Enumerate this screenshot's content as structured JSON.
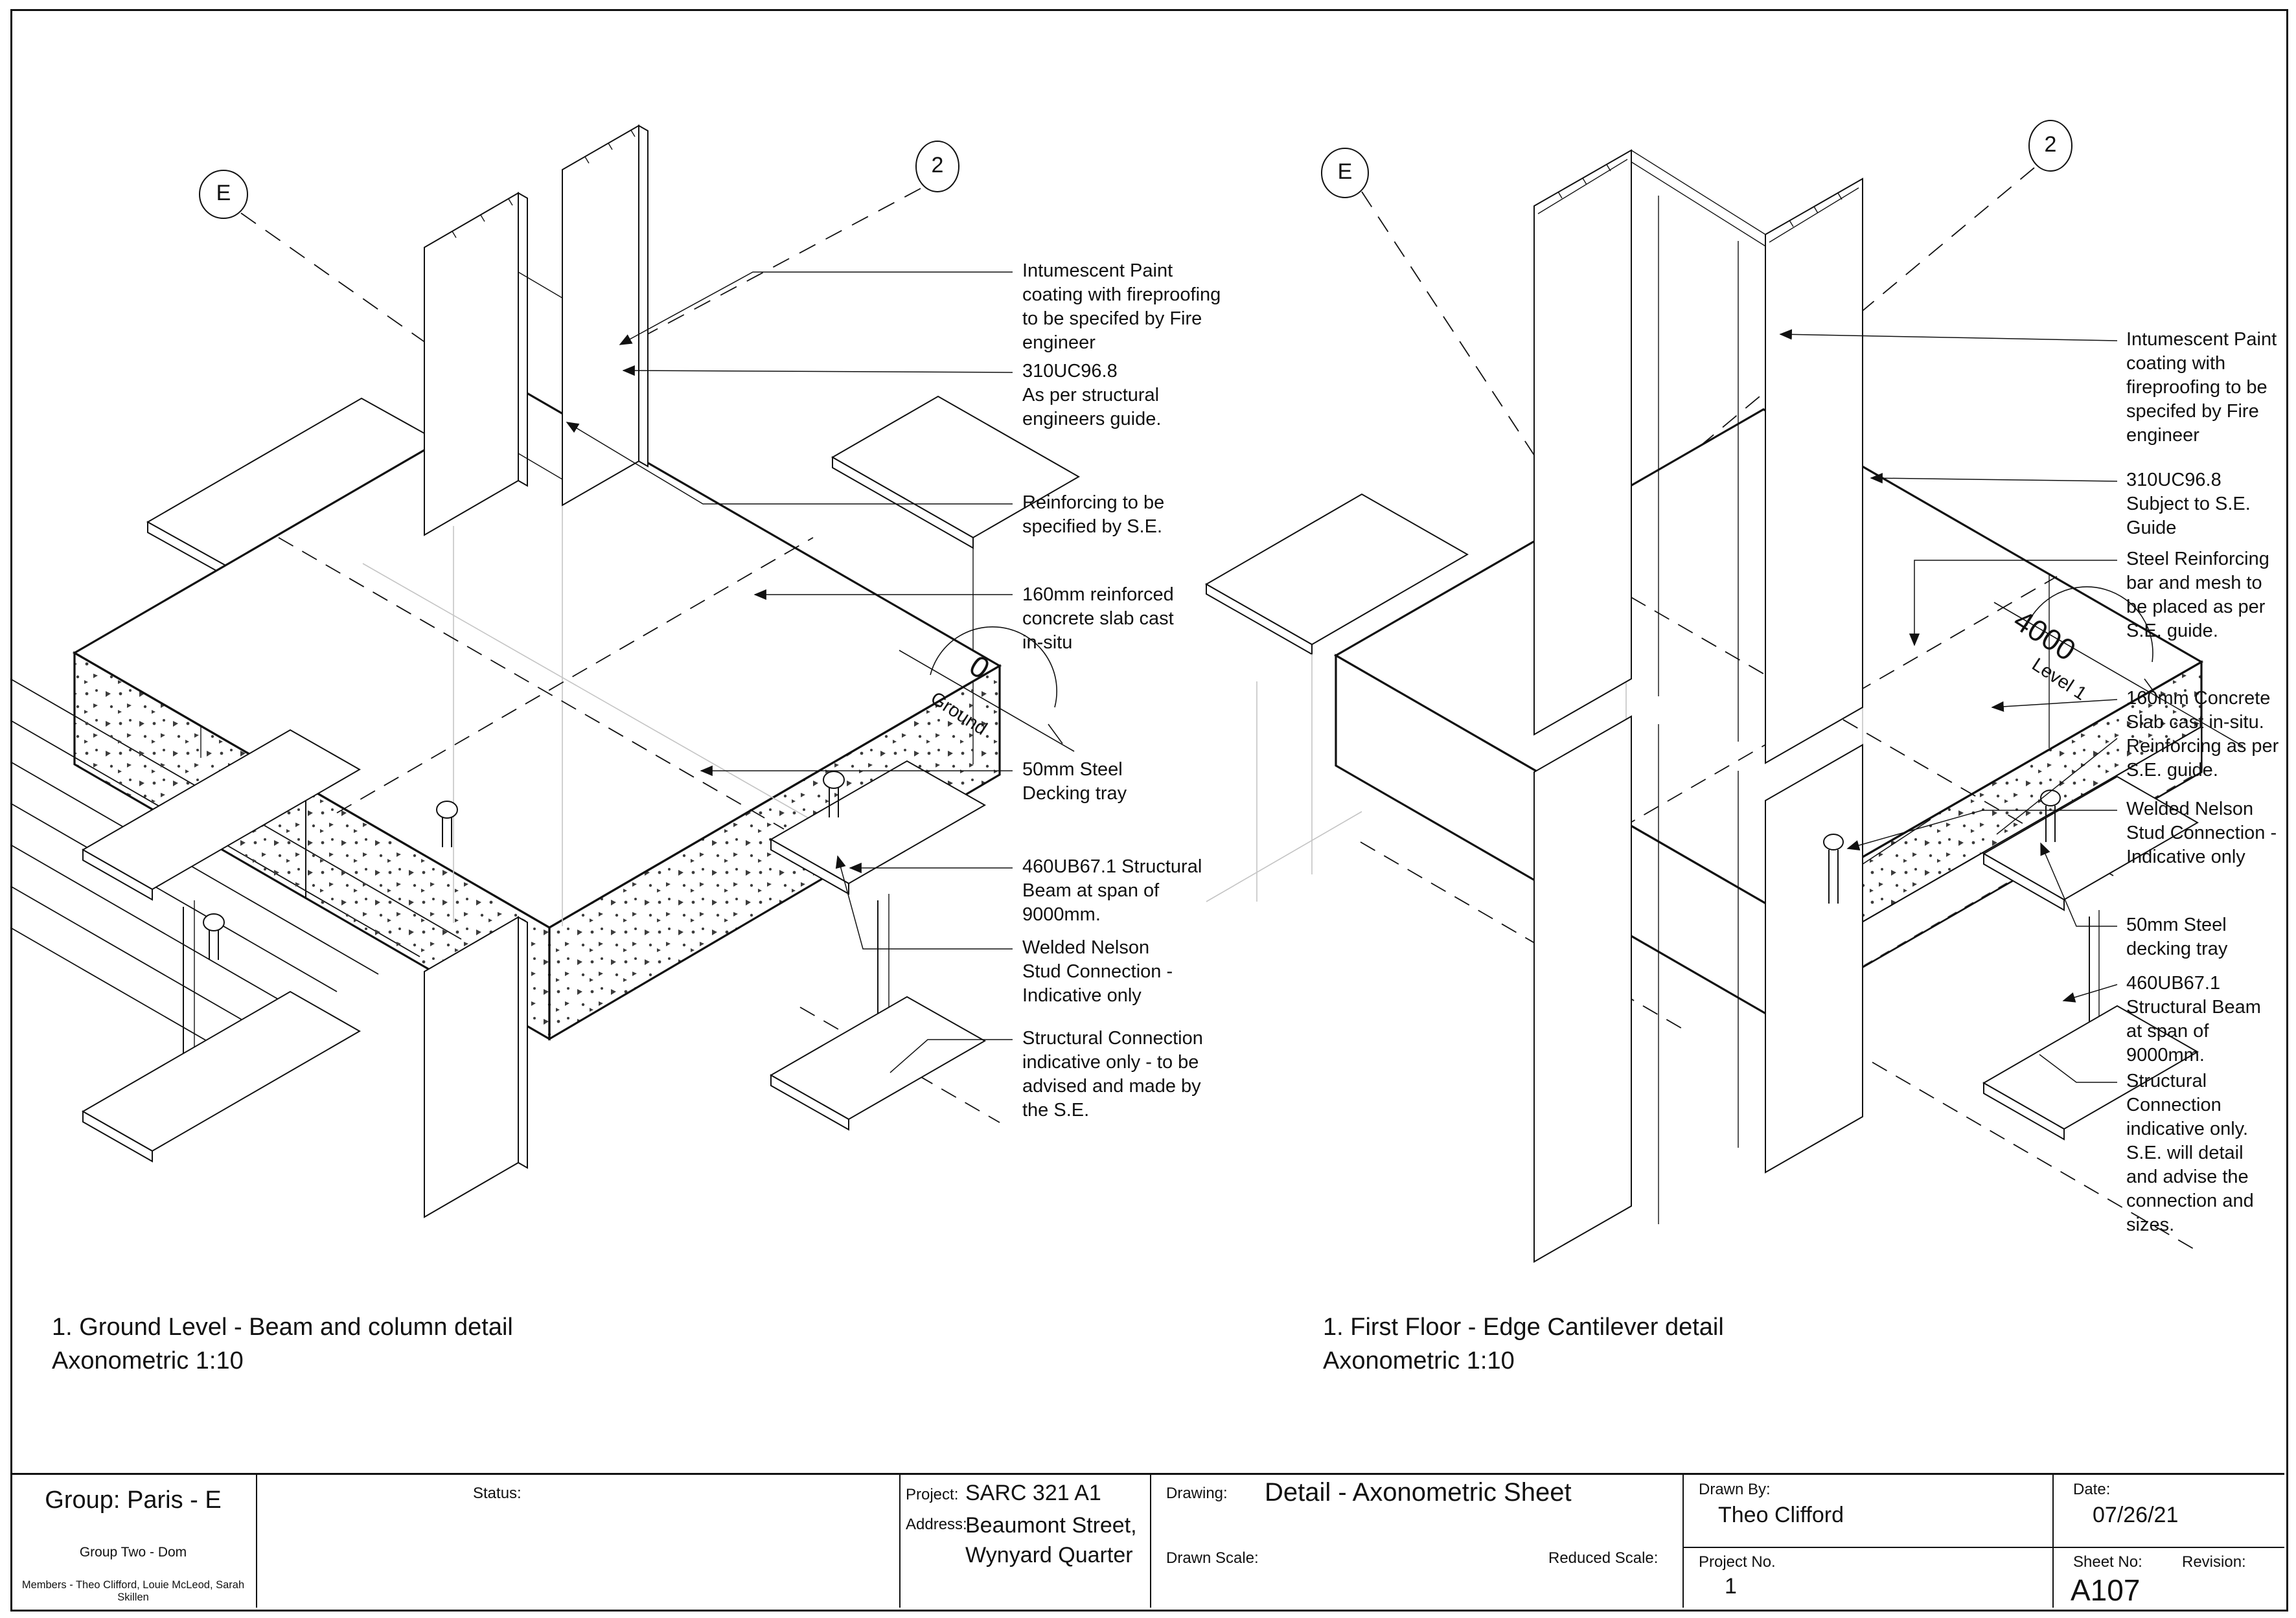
{
  "sheet": {
    "ink_color": "#111111",
    "hidden_line_color": "#c4c4c4",
    "markers": {
      "left_grid_e": "E",
      "left_grid_2": "2",
      "right_grid_e": "E",
      "right_grid_2": "2",
      "left_level": {
        "value": "0",
        "name": "Ground"
      },
      "right_level": {
        "value": "4000",
        "name": "Level 1"
      }
    },
    "left_annotations": [
      {
        "text": "Intumescent Paint\ncoating with fireproofing\nto be specifed by Fire\nengineer"
      },
      {
        "text": "310UC96.8\nAs per structural\nengineers guide."
      },
      {
        "text": "Reinforcing to be\nspecified by S.E."
      },
      {
        "text": "160mm reinforced\nconcrete slab cast\nin-situ"
      },
      {
        "text": "50mm Steel\nDecking tray"
      },
      {
        "text": "460UB67.1 Structural\nBeam at span of\n9000mm."
      },
      {
        "text": "Welded Nelson\nStud Connection -\nIndicative only"
      },
      {
        "text": "Structural Connection\nindicative only - to be\nadvised and made by\nthe S.E."
      }
    ],
    "right_annotations": [
      {
        "text": "Intumescent Paint\ncoating with\nfireproofing to be\nspecifed by Fire\nengineer"
      },
      {
        "text": "310UC96.8\nSubject to S.E.\nGuide"
      },
      {
        "text": "Steel Reinforcing\nbar and mesh to\nbe placed as per\nS.E. guide."
      },
      {
        "text": "160mm Concrete\nSlab cast in-situ.\nReinforcing as per\nS.E. guide."
      },
      {
        "text": "Welded Nelson\nStud Connection -\nIndicative only"
      },
      {
        "text": "50mm Steel\ndecking tray"
      },
      {
        "text": "460UB67.1\nStructural Beam\nat span of\n9000mm."
      },
      {
        "text": "Structural\nConnection\nindicative only.\nS.E. will detail\nand advise the\nconnection and\nsizes."
      }
    ],
    "captions": {
      "left": {
        "line1": "1. Ground Level - Beam and column detail",
        "line2": "Axonometric 1:10"
      },
      "right": {
        "line1": "1. First Floor - Edge Cantilever detail",
        "line2": "Axonometric 1:10"
      }
    },
    "titleblock": {
      "group_title": "Group: Paris - E",
      "group_subtitle": "Group Two - Dom",
      "group_members": "Members - Theo Clifford, Louie McLeod, Sarah Skillen",
      "status_label": "Status:",
      "project_label": "Project:",
      "project_value": "SARC 321 A1",
      "address_label": "Address:",
      "address_value": "Beaumont Street,\nWynyard Quarter",
      "drawing_label": "Drawing:",
      "drawing_value": "Detail - Axonometric Sheet",
      "drawn_scale_label": "Drawn Scale:",
      "reduced_scale_label": "Reduced Scale:",
      "drawn_by_label": "Drawn By:",
      "drawn_by_value": "Theo Clifford",
      "project_no_label": "Project No.",
      "project_no_value": "1",
      "date_label": "Date:",
      "date_value": "07/26/21",
      "sheet_no_label": "Sheet No:",
      "revision_label": "Revision:",
      "sheet_no_value": "A107"
    }
  }
}
